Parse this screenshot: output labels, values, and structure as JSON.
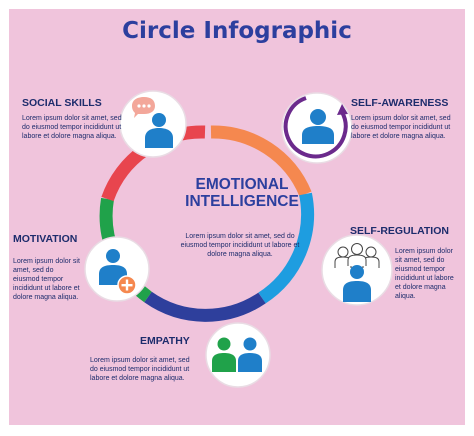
{
  "title": "Circle Infographic",
  "center": {
    "title_line1": "EMOTIONAL",
    "title_line2": "INTELLIGENCE",
    "body": "Lorem ipsum dolor sit amet, sed do eiusmod tempor incididunt ut labore et dolore magna aliqua."
  },
  "items": [
    {
      "label": "SOCIAL SKILLS",
      "body": "Lorem ipsum dolor sit amet, sed do eiusmod tempor incididunt ut labore et dolore magna aliqua."
    },
    {
      "label": "SELF-AWARENESS",
      "body": "Lorem ipsum dolor sit amet, sed do eiusmod tempor incididunt ut labore et dolore magna aliqua."
    },
    {
      "label": "SELF-REGULATION",
      "body": "Lorem ipsum dolor sit amet, sed do eiusmod tempor incididunt ut labore et dolore magna aliqua."
    },
    {
      "label": "MOTIVATION",
      "body": "Lorem ipsum dolor sit amet, sed do eiusmod tempor incididunt ut labore et dolore magna aliqua."
    },
    {
      "label": "EMPATHY",
      "body": "Lorem ipsum dolor sit amet, sed do eiusmod tempor incididunt ut labore et dolore magna aliqua."
    }
  ],
  "colors": {
    "background": "#f0c4dc",
    "title": "#2c3f9e",
    "text": "#1d2c6c",
    "ring_orange": "#f5884f",
    "ring_blue": "#1e9de0",
    "ring_navy": "#2e3f9c",
    "ring_green": "#20a24a",
    "ring_red": "#e8454e",
    "person_blue": "#1f7fc9",
    "accent_purple": "#6b2a8c"
  },
  "icons": [
    "person-speech-bubble-icon",
    "person-circular-arrow-icon",
    "group-people-icon",
    "person-plus-icon",
    "two-people-icon"
  ]
}
